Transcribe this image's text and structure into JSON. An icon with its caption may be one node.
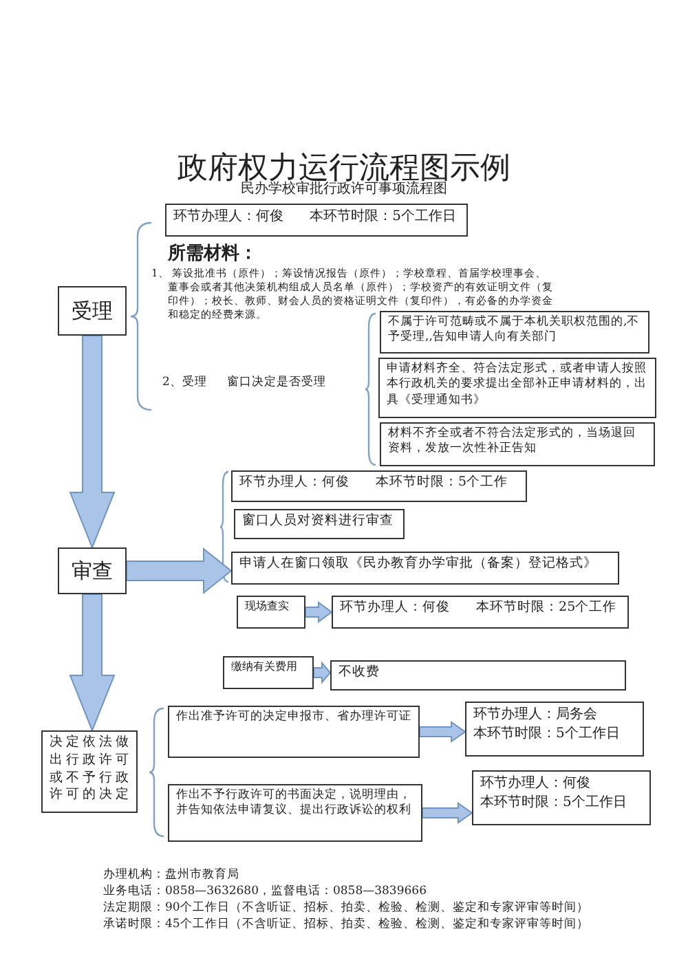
{
  "diagram": {
    "title": "政府权力运行流程图示例",
    "nodes": [
      {
        "text": [
          "受理"
        ]
      },
      {
        "text": [
          "环节办理人：何俊 本环节时限：5个工作日"
        ]
      },
      {
        "text": [
          "不属于许可范畴或不属于本机关职权范围的,不予受理,,告知申请人向有关部门"
        ]
      },
      {
        "text": [
          "申请材料齐全、符合法定形式，或者申请人按照本行政机关的要求提出全部补正申请材料的，出具《受理通知书》"
        ]
      },
      {
        "text": [
          "材料不齐全或者不符合法定形式的，当场退回资料，发放一次性补正告知"
        ]
      },
      {
        "text": [
          "审查"
        ]
      },
      {
        "text": [
          "环节办理人：何俊 本环节时限：5个工作"
        ]
      },
      {
        "text": [
          "窗口人员对资料进行审查"
        ]
      },
      {
        "text": [
          "申请人在窗口领取《民办教育办学审批（备案）登记格式》"
        ]
      },
      {
        "text": [
          "现场查实"
        ]
      },
      {
        "text": [
          "环节办理人：何俊 本环节时限：25个工作"
        ]
      },
      {
        "text": [
          "缴纳有关费用"
        ]
      },
      {
        "text": [
          "不收费"
        ]
      },
      {
        "text": [
          "决定依法做出行政许可或不予行政许可的决定"
        ]
      },
      {
        "text": [
          "作出准予许可的决定申报市、省办理许可证"
        ]
      },
      {
        "text": [
          "作出不予行政许可的书面决定，说明理由，并告知依法申请复议、提出行政诉讼的权利"
        ]
      },
      {
        "text": [
          "环节办理人：局务会",
          "本环节时限：5个工作日"
        ]
      },
      {
        "text": [
          "环节办理人：何俊",
          "本环节时限：5个工作日"
        ]
      }
    ],
    "edges": [
      {
        "from": 0,
        "to": 5,
        "arrow": "to"
      },
      {
        "from": 5,
        "to": 8,
        "arrow": "to"
      },
      {
        "from": 9,
        "to": 10,
        "arrow": "to"
      },
      {
        "from": 11,
        "to": 12,
        "arrow": "to"
      },
      {
        "from": 5,
        "to": 13,
        "arrow": "to"
      },
      {
        "from": 14,
        "to": 16,
        "arrow": "to"
      },
      {
        "from": 15,
        "to": 17,
        "arrow": "to"
      }
    ],
    "labels": [
      "民办学校审批行政许可事项流程图",
      "所需材料：",
      "1、 筹设批准书（原件）；筹设情况报告（原件）；学校章程、首届学校理事会、董事会或者其他决策机构组成人员名单（原件）；学校资产的有效证明文件（复印件）；校长、教师、财会人员的资格证明文件（复印件），有必备的办学资金和稳定的经费来源。",
      "2、受理 窗口决定是否受理",
      "办理机构：盘州市教育局",
      "业务电话：0858—3632680，监督电话：0858—3839666",
      "法定期限：90个工作日（不含听证、招标、拍卖、检验、检测、鉴定和专家评审等时间）",
      "承诺时限：45个工作日（不含听证、招标、拍卖、检验、检测、鉴定和专家评审等时间）"
    ]
  }
}
